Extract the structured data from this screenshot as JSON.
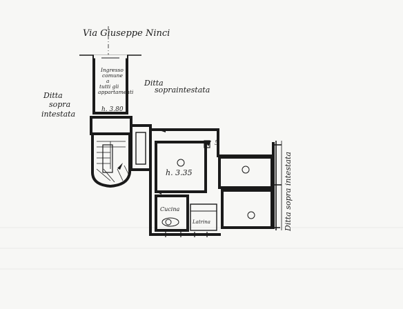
{
  "labels": {
    "street": "Via Giuseppe Ninci",
    "entrance_lines": [
      "Ingresso",
      "comune",
      "a",
      "tutti gli",
      "appartamenti"
    ],
    "entrance_height": "h. 3.80",
    "owner_left_lines": [
      "Ditta",
      "sopra",
      "intestata"
    ],
    "owner_top_lines": [
      "Ditta",
      "sopraintestata"
    ],
    "owner_right": "Ditta sopra intestata",
    "room_height": "h. 3.35",
    "kitchen": "Cucina",
    "closet": "Latrina",
    "sill_mark": "5"
  },
  "colors": {
    "ink": "#1a1a1a",
    "paper": "#f7f7f5",
    "grid": "#b9b9b9"
  }
}
